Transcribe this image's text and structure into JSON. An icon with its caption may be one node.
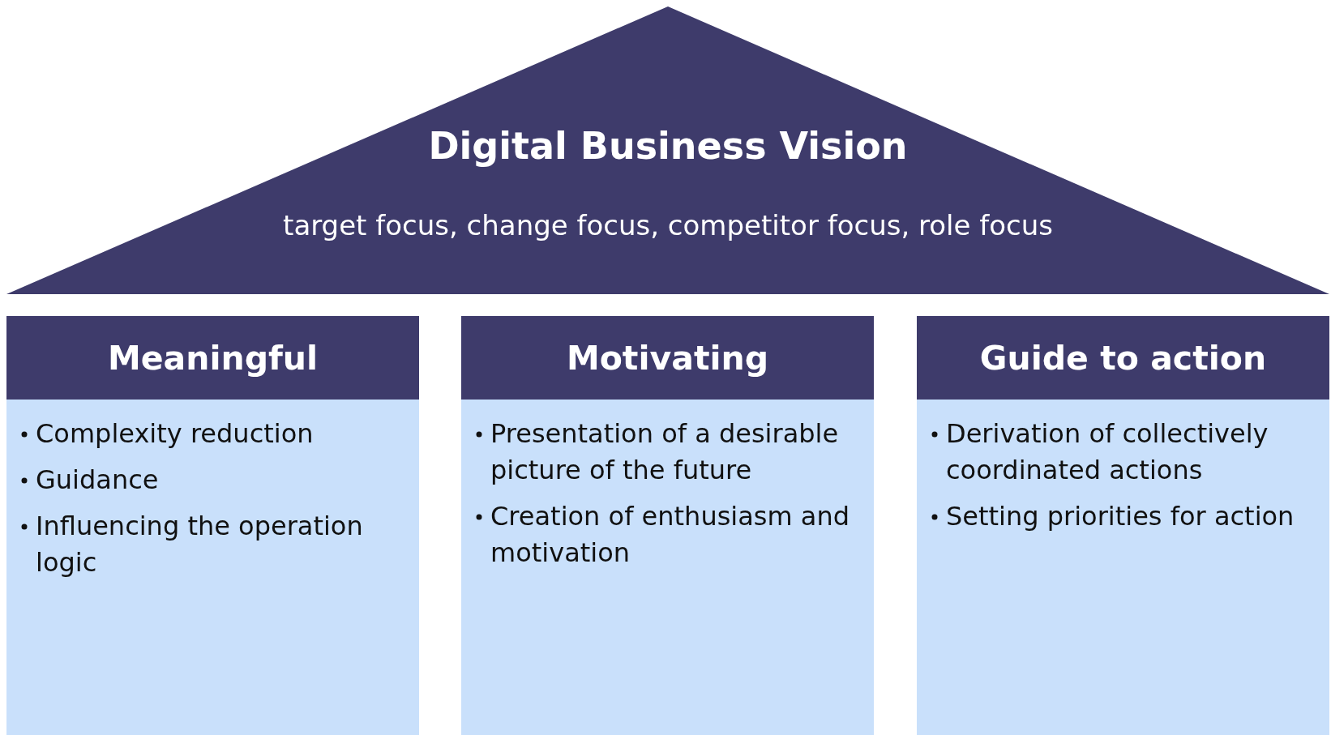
{
  "diagram": {
    "nodes": [
      {
        "text": [
          "Digital Business Vision",
          "target focus, change focus, competitor focus, role focus"
        ]
      },
      {
        "text": [
          "Meaningful",
          "Complexity reduction",
          "Guidance",
          "Influencing the operation logic"
        ]
      },
      {
        "text": [
          "Motivating",
          "Presentation of a desirable picture of the future",
          "Creation of enthusiasm and motivation"
        ]
      },
      {
        "text": [
          "Guide to action",
          "Derivation of collectively coordinated actions",
          "Setting priorities for action"
        ]
      }
    ]
  }
}
